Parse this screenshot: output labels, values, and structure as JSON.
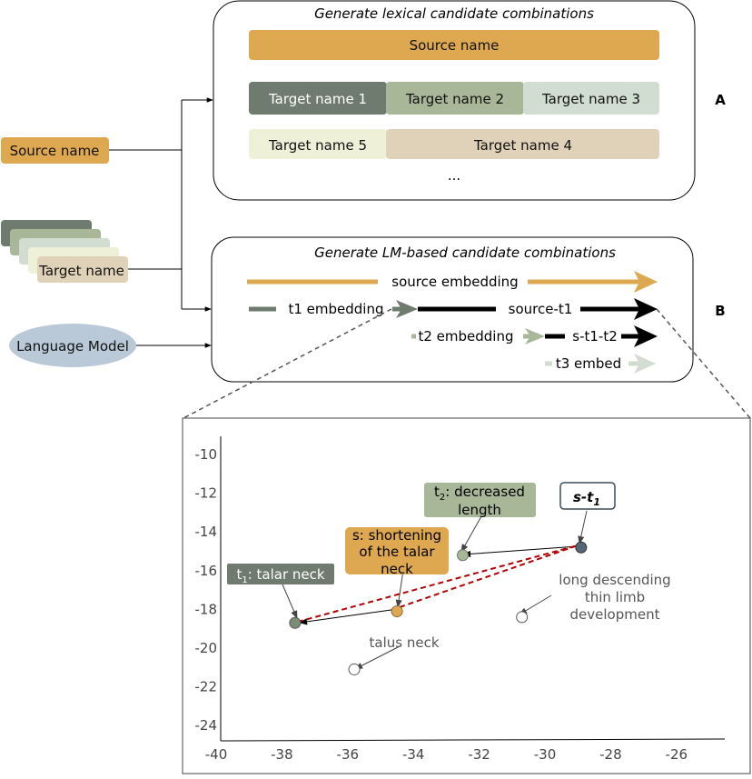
{
  "panel_a": {
    "title": "Generate lexical candidate combinations",
    "source_label": "Source name",
    "targets": [
      "Target name 1",
      "Target name 2",
      "Target name 3",
      "Target name 5",
      "Target name 4"
    ],
    "ellipsis": "...",
    "letter": "A"
  },
  "panel_b": {
    "title": "Generate LM-based candidate combinations",
    "arrows": [
      "source embedding",
      "t1 embedding",
      "source-t1",
      "t2 embedding",
      "s-t1-t2",
      "t3 embed"
    ],
    "letter": "B"
  },
  "inputs": {
    "source_label": "Source name",
    "target_label": "Target name",
    "lm_label": "Language Model"
  },
  "colors": {
    "source": "#dea851",
    "t1": "#6e7b6e",
    "t2": "#a7b797",
    "t3": "#d2ddd2",
    "t5": "#eef0d8",
    "t4": "#e0d2b8",
    "lm": "#b9c9d7",
    "dashed": "#b30000"
  },
  "chart_data": {
    "type": "scatter",
    "xlim": [
      -40,
      -25
    ],
    "ylim": [
      -25,
      -9
    ],
    "xticks": [
      -40,
      -38,
      -36,
      -34,
      -32,
      -30,
      -28,
      -26
    ],
    "yticks": [
      -10,
      -12,
      -14,
      -16,
      -18,
      -20,
      -22,
      -24
    ],
    "points": [
      {
        "x": -37.6,
        "y": -18.7,
        "color": "#7a8d77",
        "edge": "#555555"
      },
      {
        "x": -34.5,
        "y": -18.1,
        "color": "#dea851",
        "edge": "#8a6a3a"
      },
      {
        "x": -32.5,
        "y": -15.2,
        "color": "#a7b797",
        "edge": "#6a7a6a"
      },
      {
        "x": -28.9,
        "y": -14.8,
        "color": "#556677",
        "edge": "#333333"
      },
      {
        "x": -35.8,
        "y": -21.1,
        "color": "#ffffff",
        "edge": "#555555"
      },
      {
        "x": -30.7,
        "y": -18.4,
        "color": "#ffffff",
        "edge": "#555555"
      }
    ],
    "labels": {
      "t1_sub": "1",
      "t1_rest": ": talar neck",
      "s_line1": "s: shortening",
      "s_line2": "of the talar",
      "s_line3": "neck",
      "t2_sub": "2",
      "t2_line1_rest": ": decreased",
      "t2_line2": "length",
      "st1_base": "s-t",
      "st1_sub": "1",
      "talus": "talus neck",
      "long1": "long descending",
      "long2": "thin limb",
      "long3": "development"
    }
  }
}
